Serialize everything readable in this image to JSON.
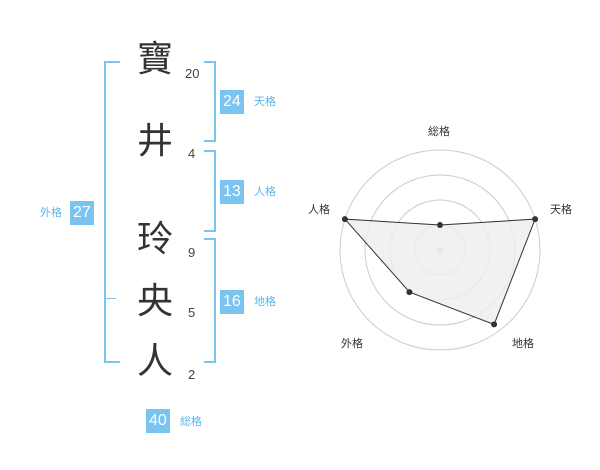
{
  "name": {
    "chars": [
      {
        "char": "寶",
        "strokes": "20"
      },
      {
        "char": "井",
        "strokes": "4"
      },
      {
        "char": "玲",
        "strokes": "9"
      },
      {
        "char": "央",
        "strokes": "5"
      },
      {
        "char": "人",
        "strokes": "2"
      }
    ]
  },
  "kaku": {
    "tenkaku": {
      "label": "天格",
      "value": "24"
    },
    "jinkaku": {
      "label": "人格",
      "value": "13"
    },
    "chikaku": {
      "label": "地格",
      "value": "16"
    },
    "gaikaku": {
      "label": "外格",
      "value": "27"
    },
    "soukaku": {
      "label": "総格",
      "value": "40"
    }
  },
  "chart_data": {
    "type": "radar",
    "axes": [
      "総格",
      "天格",
      "地格",
      "外格",
      "人格"
    ],
    "values": [
      0.25,
      1.0,
      0.92,
      0.52,
      1.0
    ],
    "rings": 4,
    "colors": {
      "fill": "#eeeeee",
      "line": "#333333",
      "ring": "#cccccc",
      "accent": "#7cc4f0"
    }
  }
}
